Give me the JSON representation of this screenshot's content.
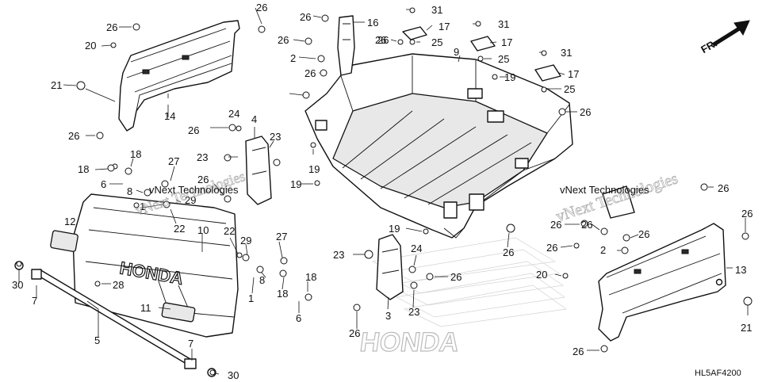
{
  "diagram": {
    "code": "HL5AF4200",
    "direction_label": "FR.",
    "watermark": "vNext Technologies",
    "logo_text": "HONDA",
    "tailgate_logo_text": "HONDA",
    "callouts": [
      {
        "id": "c1",
        "label": "26"
      },
      {
        "id": "c2",
        "label": "26"
      },
      {
        "id": "c3",
        "label": "20"
      },
      {
        "id": "c4",
        "label": "21"
      },
      {
        "id": "c5",
        "label": "14"
      },
      {
        "id": "c6",
        "label": "26"
      },
      {
        "id": "c7",
        "label": "26"
      },
      {
        "id": "c8",
        "label": "16"
      },
      {
        "id": "c9",
        "label": "26"
      },
      {
        "id": "c10",
        "label": "2"
      },
      {
        "id": "c11",
        "label": "26"
      },
      {
        "id": "c12",
        "label": "26"
      },
      {
        "id": "c13",
        "label": "31"
      },
      {
        "id": "c14",
        "label": "17"
      },
      {
        "id": "c15",
        "label": "26"
      },
      {
        "id": "c16",
        "label": "25"
      },
      {
        "id": "c17",
        "label": "31"
      },
      {
        "id": "c18",
        "label": "17"
      },
      {
        "id": "c19",
        "label": "25"
      },
      {
        "id": "c20",
        "label": "9"
      },
      {
        "id": "c21",
        "label": "19"
      },
      {
        "id": "c22",
        "label": "31"
      },
      {
        "id": "c23",
        "label": "17"
      },
      {
        "id": "c24",
        "label": "25"
      },
      {
        "id": "c25",
        "label": "26"
      },
      {
        "id": "c26",
        "label": "FR."
      },
      {
        "id": "c27",
        "label": "24"
      },
      {
        "id": "c28",
        "label": "4"
      },
      {
        "id": "c29",
        "label": "26"
      },
      {
        "id": "c30",
        "label": "23"
      },
      {
        "id": "c31",
        "label": "23"
      },
      {
        "id": "c32",
        "label": "19"
      },
      {
        "id": "c33",
        "label": "19"
      },
      {
        "id": "c34",
        "label": "18"
      },
      {
        "id": "c35",
        "label": "18"
      },
      {
        "id": "c36",
        "label": "27"
      },
      {
        "id": "c37",
        "label": "6"
      },
      {
        "id": "c38",
        "label": "8"
      },
      {
        "id": "c39",
        "label": "26"
      },
      {
        "id": "c40",
        "label": "1"
      },
      {
        "id": "c41",
        "label": "29"
      },
      {
        "id": "c42",
        "label": "22"
      },
      {
        "id": "c43",
        "label": "12"
      },
      {
        "id": "c44",
        "label": "10"
      },
      {
        "id": "c45",
        "label": "22"
      },
      {
        "id": "c46",
        "label": "29"
      },
      {
        "id": "c47",
        "label": "27"
      },
      {
        "id": "c48",
        "label": "8"
      },
      {
        "id": "c49",
        "label": "1"
      },
      {
        "id": "c50",
        "label": "18"
      },
      {
        "id": "c51",
        "label": "18"
      },
      {
        "id": "c52",
        "label": "6"
      },
      {
        "id": "c53",
        "label": "30"
      },
      {
        "id": "c54",
        "label": "7"
      },
      {
        "id": "c55",
        "label": "28"
      },
      {
        "id": "c56",
        "label": "11"
      },
      {
        "id": "c57",
        "label": "5"
      },
      {
        "id": "c58",
        "label": "7"
      },
      {
        "id": "c59",
        "label": "30"
      },
      {
        "id": "c60",
        "label": "19"
      },
      {
        "id": "c61",
        "label": "23"
      },
      {
        "id": "c62",
        "label": "24"
      },
      {
        "id": "c63",
        "label": "26"
      },
      {
        "id": "c64",
        "label": "3"
      },
      {
        "id": "c65",
        "label": "23"
      },
      {
        "id": "c66",
        "label": "26"
      },
      {
        "id": "c67",
        "label": "26"
      },
      {
        "id": "c68",
        "label": "26"
      },
      {
        "id": "c69",
        "label": "26"
      },
      {
        "id": "c70",
        "label": "26"
      },
      {
        "id": "c71",
        "label": "26"
      },
      {
        "id": "c72",
        "label": "2"
      },
      {
        "id": "c73",
        "label": "26"
      },
      {
        "id": "c74",
        "label": "13"
      },
      {
        "id": "c75",
        "label": "20"
      },
      {
        "id": "c76",
        "label": "21"
      },
      {
        "id": "c77",
        "label": "26"
      },
      {
        "id": "c78",
        "label": "26"
      }
    ]
  }
}
